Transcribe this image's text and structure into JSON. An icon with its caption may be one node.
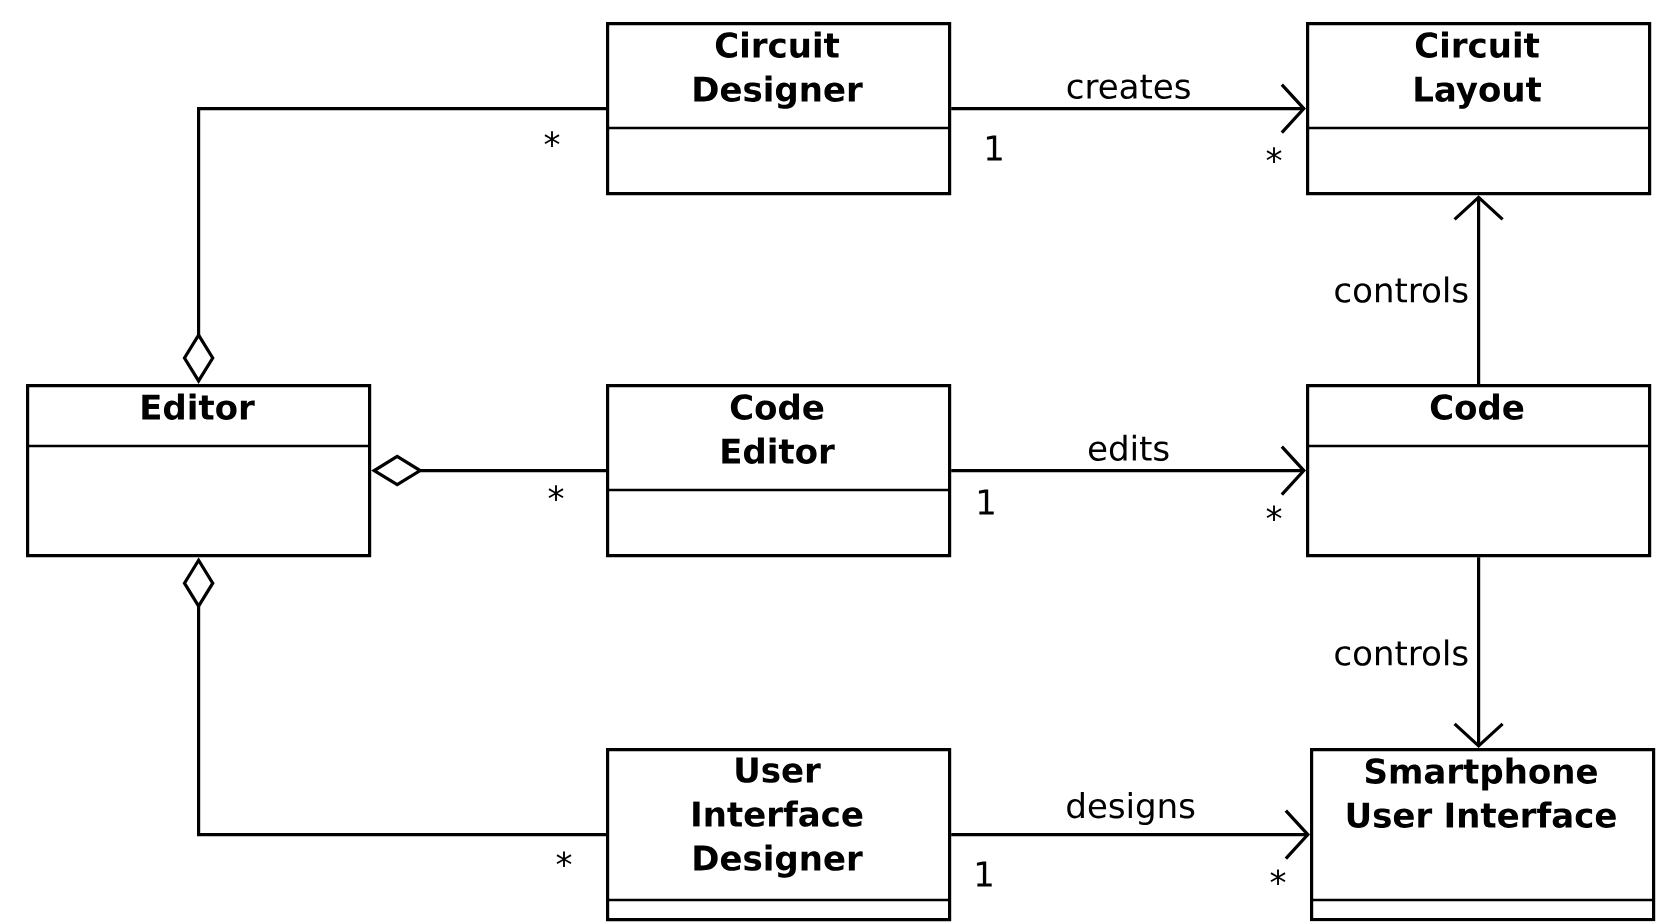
{
  "diagram": {
    "nodes": [
      {
        "text": [
          "Editor"
        ]
      },
      {
        "text": [
          "Circuit Designer"
        ]
      },
      {
        "text": [
          "Circuit Layout"
        ]
      },
      {
        "text": [
          "Code Editor"
        ]
      },
      {
        "text": [
          "Code"
        ]
      },
      {
        "text": [
          "User Interface Designer"
        ]
      },
      {
        "text": [
          "Smartphone User Interface"
        ]
      }
    ],
    "edges": [
      {
        "from": 0,
        "to": 1,
        "arrow": "other"
      },
      {
        "from": 0,
        "to": 3,
        "arrow": "other"
      },
      {
        "from": 0,
        "to": 5,
        "arrow": "other"
      },
      {
        "from": 1,
        "to": 2,
        "arrow": "to",
        "label": "creates"
      },
      {
        "from": 3,
        "to": 4,
        "arrow": "to",
        "label": "edits"
      },
      {
        "from": 5,
        "to": 6,
        "arrow": "to",
        "label": "designs"
      },
      {
        "from": 4,
        "to": 2,
        "arrow": "to",
        "label": "controls"
      },
      {
        "from": 4,
        "to": 6,
        "arrow": "to",
        "label": "controls"
      }
    ],
    "labels": [
      "*",
      "1",
      "*",
      "*",
      "1",
      "*",
      "*",
      "1",
      "*"
    ]
  }
}
